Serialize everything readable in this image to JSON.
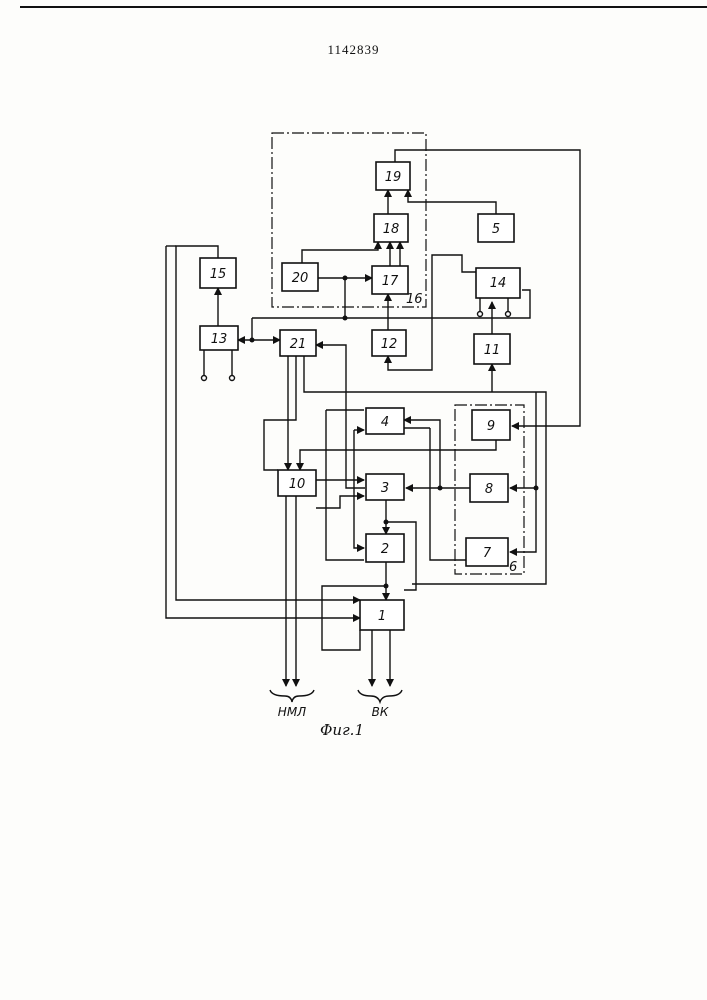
{
  "document": {
    "patent_number": "1142839",
    "figure_caption": "Фиг.1"
  },
  "blocks": {
    "b1": "1",
    "b2": "2",
    "b3": "3",
    "b4": "4",
    "b5": "5",
    "b7": "7",
    "b8": "8",
    "b9": "9",
    "b10": "10",
    "b11": "11",
    "b12": "12",
    "b13": "13",
    "b14": "14",
    "b15": "15",
    "b17": "17",
    "b18": "18",
    "b19": "19",
    "b20": "20",
    "b21": "21"
  },
  "group_labels": {
    "g6": "6",
    "g16": "16"
  },
  "bus_labels": {
    "nml": "НМЛ",
    "vk": "ВК"
  }
}
